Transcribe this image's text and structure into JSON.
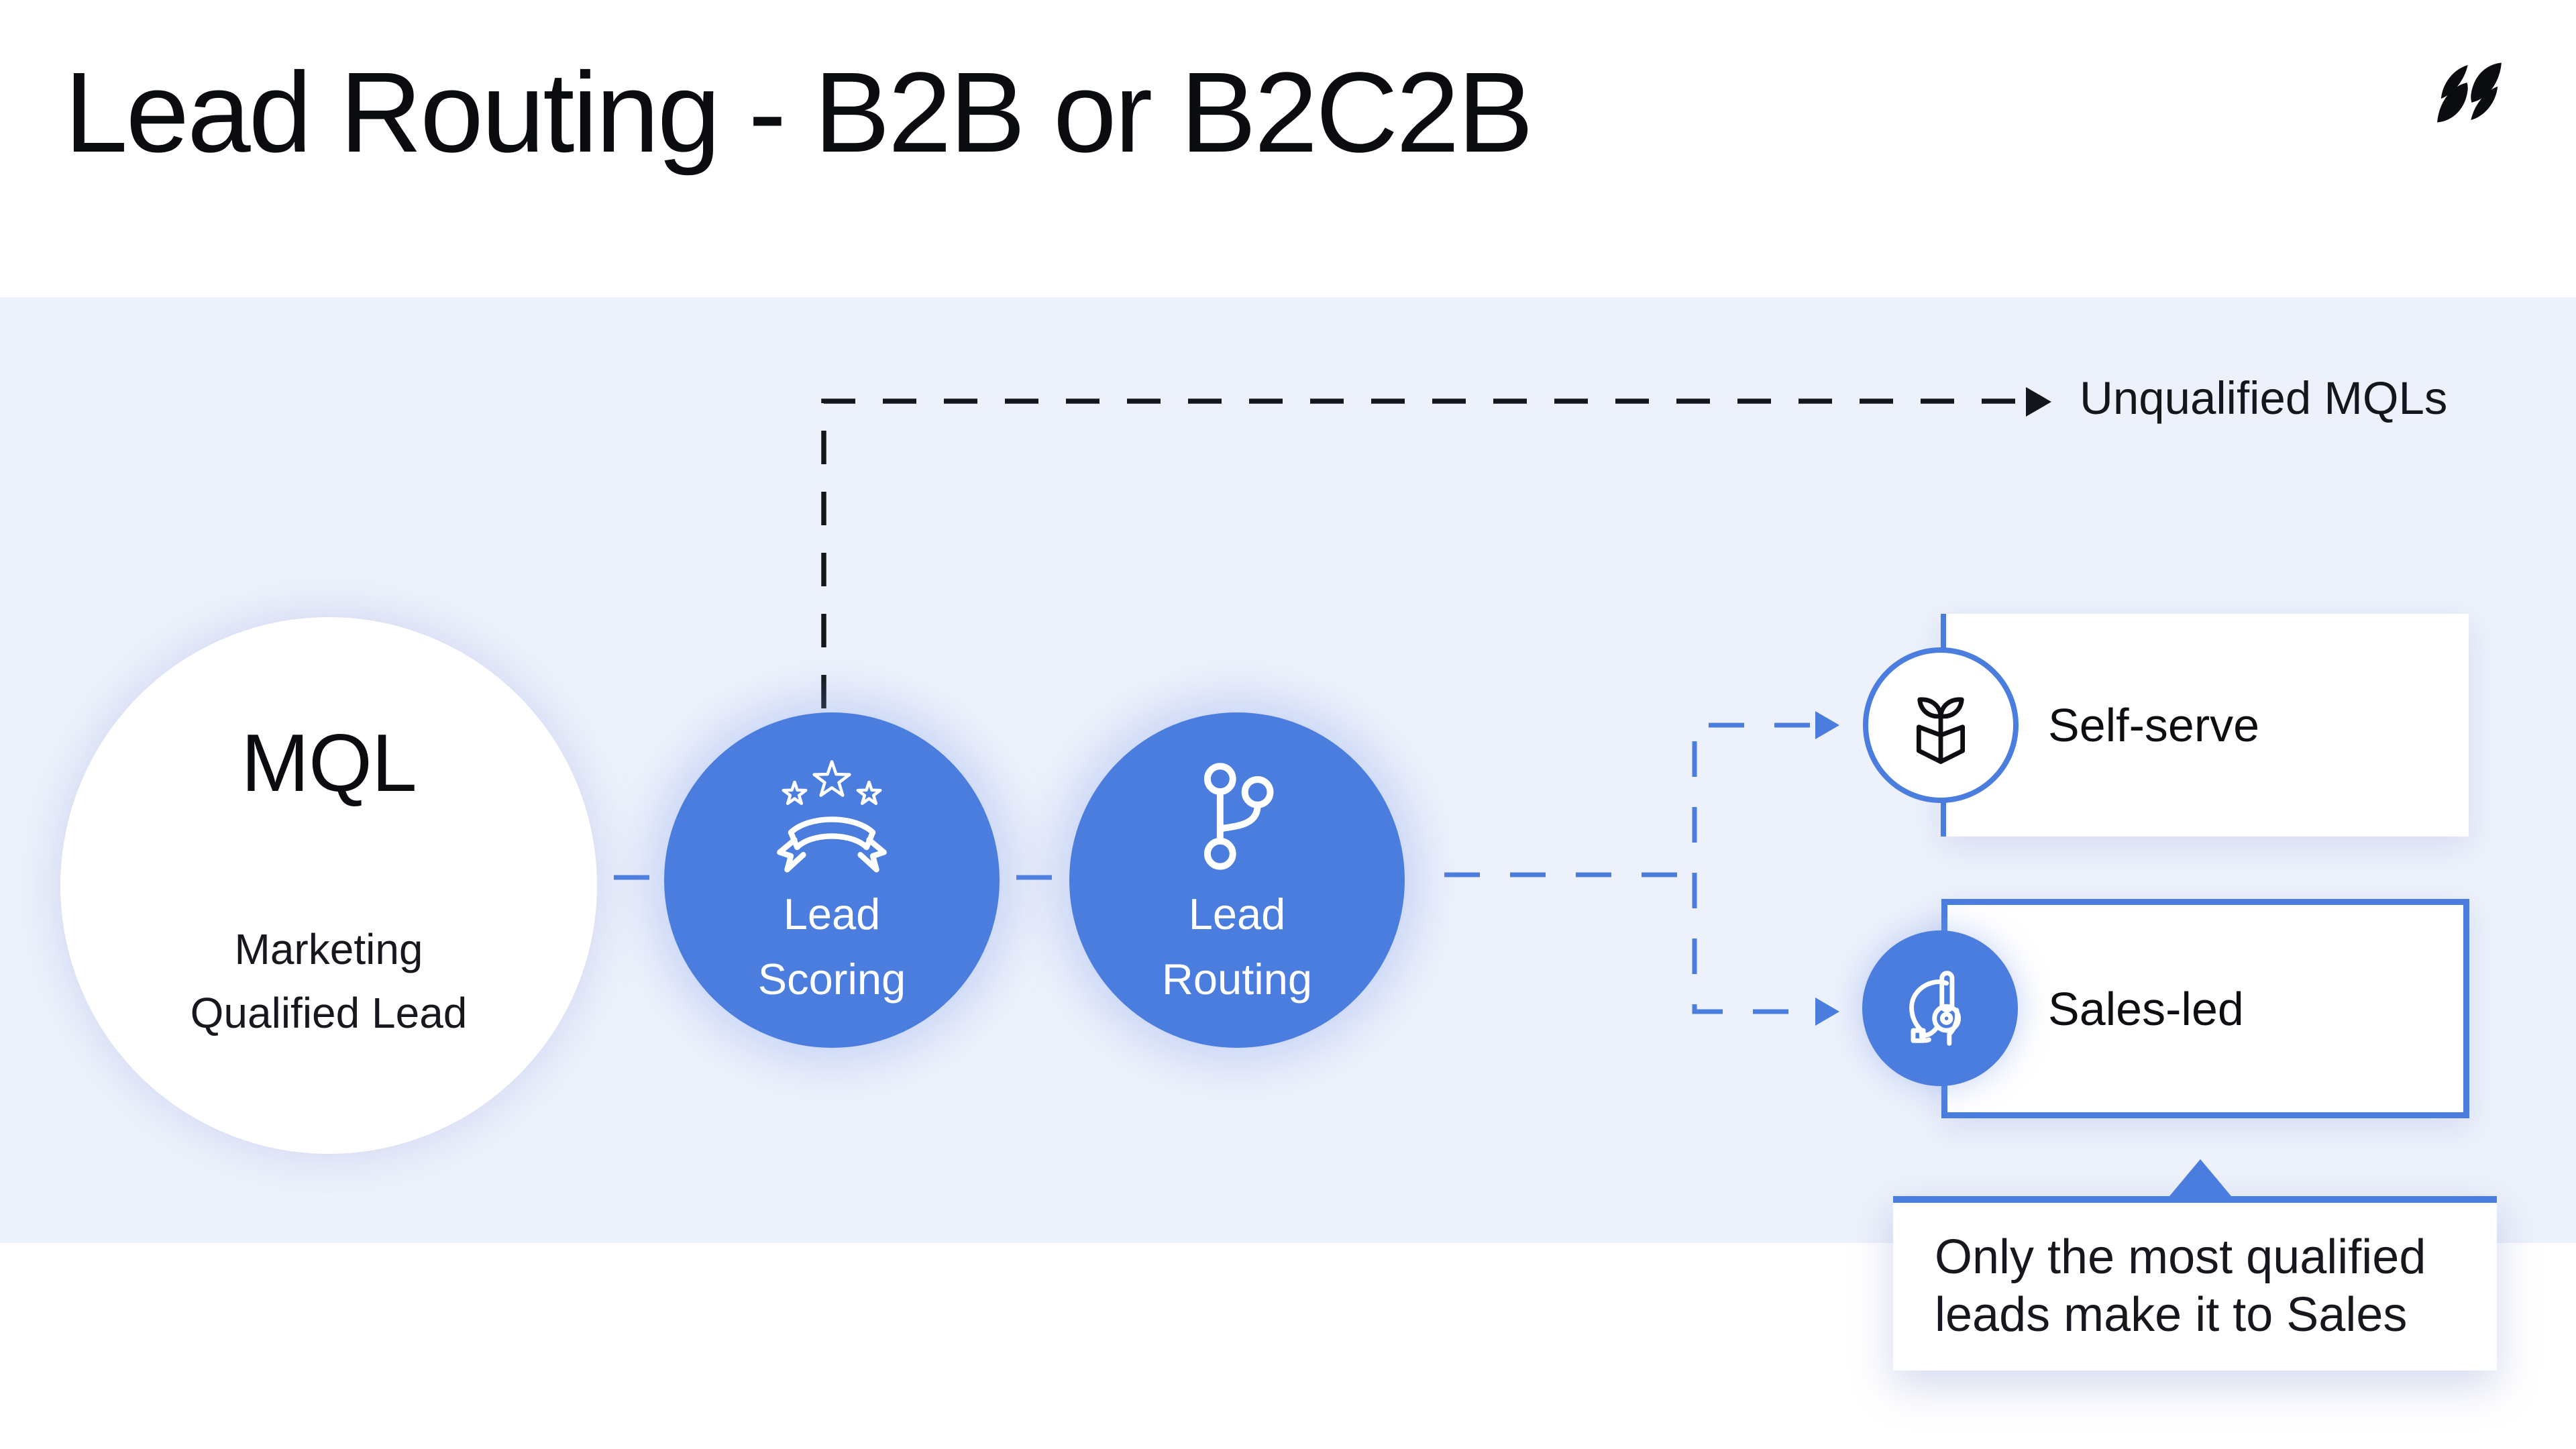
{
  "colors": {
    "accent_blue": "#4A7DDE",
    "band_background": "#EDF1FB",
    "ink": "#101217"
  },
  "header": {
    "title": "Lead Routing - B2B or B2C2B",
    "logo": "brand-logo"
  },
  "flow": {
    "mql": {
      "abbr": "MQL",
      "desc_line1": "Marketing",
      "desc_line2": "Qualified Lead"
    },
    "steps": [
      {
        "id": "lead-scoring",
        "line1": "Lead",
        "line2": "Scoring",
        "icon": "stars-ribbon-icon"
      },
      {
        "id": "lead-routing",
        "line1": "Lead",
        "line2": "Routing",
        "icon": "git-branch-icon"
      }
    ],
    "unqualified": {
      "label": "Unqualified MQLs"
    },
    "outcomes": [
      {
        "id": "self-serve",
        "label": "Self-serve",
        "icon": "sprout-box-icon"
      },
      {
        "id": "sales-led",
        "label": "Sales-led",
        "icon": "headset-agent-icon"
      }
    ],
    "callout": {
      "line1": "Only the most qualified",
      "line2": "leads make it to Sales"
    }
  }
}
